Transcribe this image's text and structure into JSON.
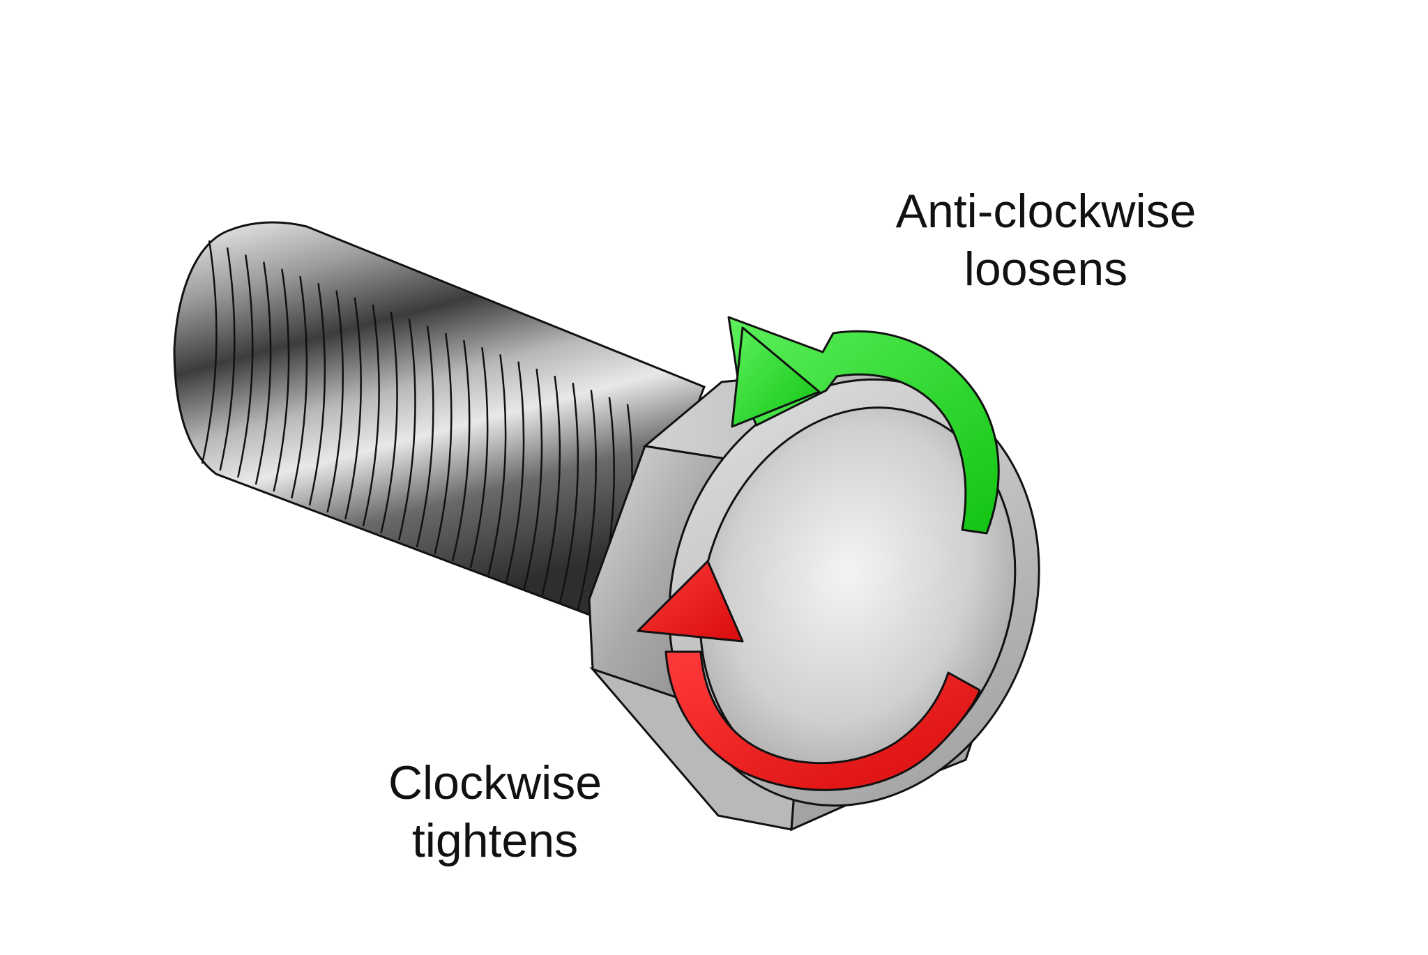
{
  "labels": {
    "loosen": {
      "line1": "Anti-clockwise",
      "line2": "loosens"
    },
    "tighten": {
      "line1": "Clockwise",
      "line2": "tightens"
    }
  },
  "illustration": {
    "subject": "hex-bolt",
    "arrows": [
      {
        "name": "anti-clockwise-arrow",
        "direction": "anti-clockwise",
        "color": "#22dd22"
      },
      {
        "name": "clockwise-arrow",
        "direction": "clockwise",
        "color": "#ee1111"
      }
    ]
  },
  "colors": {
    "background": "#ffffff",
    "outline": "#111111",
    "loosen_arrow": "#22dd22",
    "tighten_arrow": "#ee1111",
    "metal_light": "#e6e6e6",
    "metal_dark": "#3a3a3a"
  }
}
